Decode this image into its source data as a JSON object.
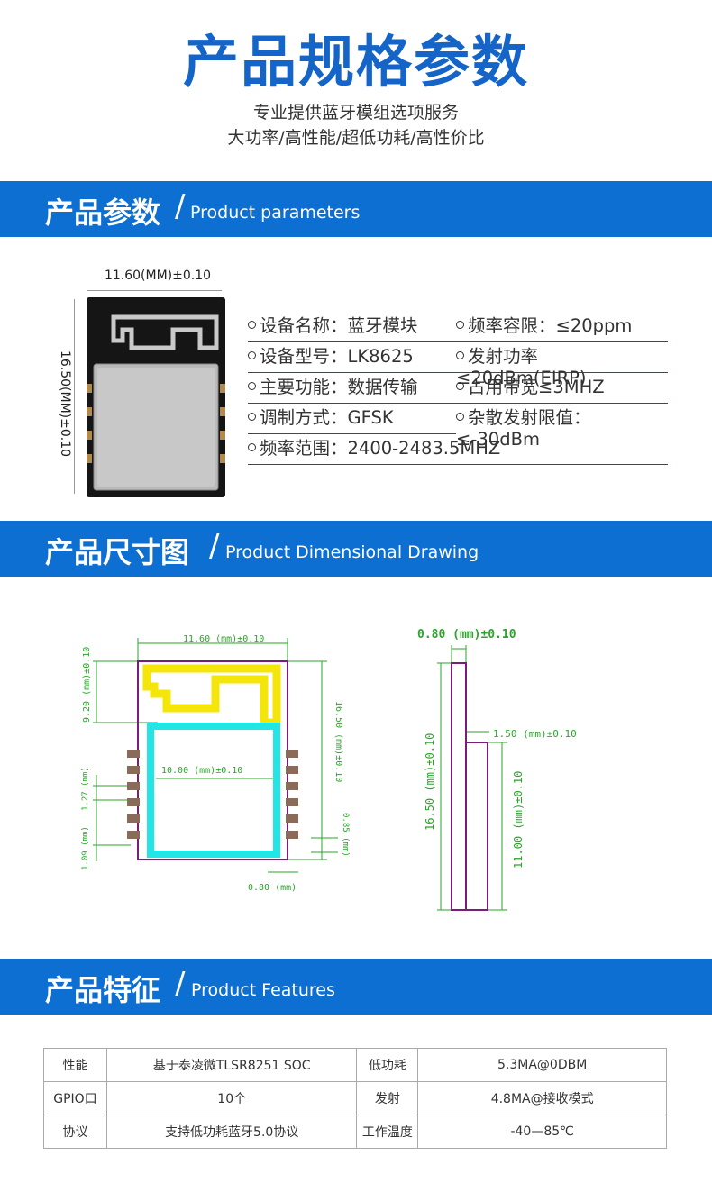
{
  "header": {
    "title": "产品规格参数",
    "subtitle_line1": "专业提供蓝牙模组选项服务",
    "subtitle_line2": "大功率/高性能/超低功耗/高性价比"
  },
  "sections": {
    "params": {
      "cn": "产品参数",
      "en": "Product parameters"
    },
    "drawing": {
      "cn": "产品尺寸图",
      "en": "Product Dimensional Drawing"
    },
    "features": {
      "cn": "产品特征",
      "en": "Product Features"
    }
  },
  "module_photo": {
    "width_label": "11.60(MM)±0.10",
    "height_label": "16.50(MM)±0.10"
  },
  "params": {
    "left": [
      "设备名称：蓝牙模块",
      "设备型号：LK8625",
      "主要功能：数据传输",
      "调制方式：GFSK",
      "频率范围：2400-2483.5MHZ"
    ],
    "right": [
      "频率容限：≤20ppm",
      "发射功率≤20dBm(EIRP)",
      "占用带宽≤3MHZ",
      "杂散发射限值：≤-30dBm"
    ]
  },
  "drawing": {
    "top_width": "11.60 (mm)±0.10",
    "antenna_height": "9.20 (mm)±0.10",
    "total_height": "16.50 (mm)±0.10",
    "shield_width": "10.00 (mm)±0.10",
    "pin_pitch": "1.27 (mm)",
    "pin_offset": "1.09 (mm)",
    "pin_margin": "0.85 (mm)",
    "pin_width": "0.80 (mm)",
    "side_thickness": "0.80 (mm)±0.10",
    "side_shield": "1.50 (mm)±0.10",
    "side_total_height": "16.50 (mm)±0.10",
    "side_shield_height": "11.00 (mm)±0.10"
  },
  "features_table": [
    [
      "性能",
      "基于泰凌微TLSR8251 SOC",
      "低功耗",
      "5.3MA@0DBM"
    ],
    [
      "GPIO口",
      "10个",
      "发射",
      "4.8MA@接收模式"
    ],
    [
      "协议",
      "支持低功耗蓝牙5.0协议",
      "工作温度",
      "-40—85℃"
    ]
  ],
  "colors": {
    "accent": "#0d6fd1",
    "title": "#1565c8",
    "drawing_green": "#2aa52a",
    "outline_purple": "#7a1d7a",
    "antenna_yellow": "#f5e60a",
    "shield_cyan": "#22e5e5",
    "pad_brown": "#8a6b5a"
  }
}
